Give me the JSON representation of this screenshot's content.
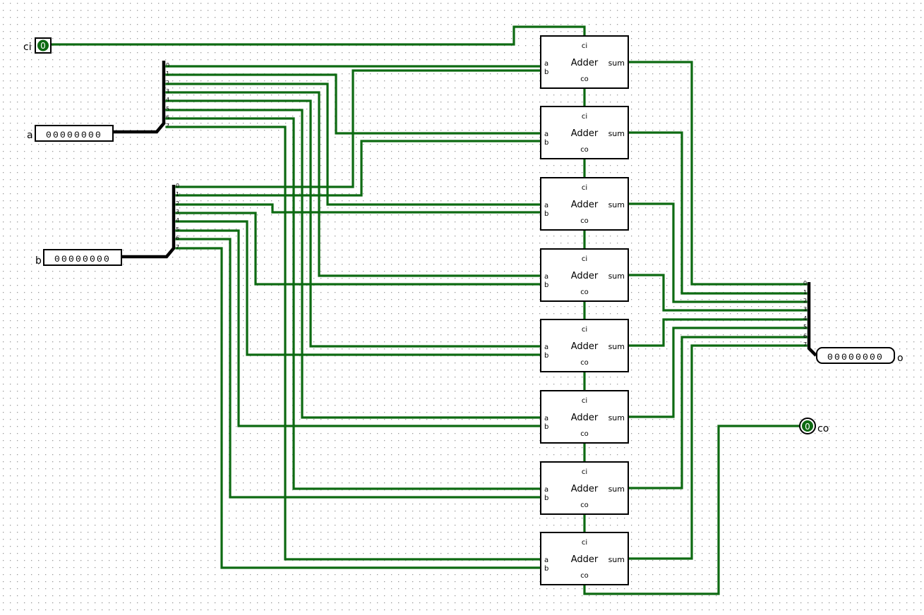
{
  "inputs": {
    "ci": {
      "label": "ci",
      "value": "0"
    },
    "a": {
      "label": "a",
      "value": "00000000"
    },
    "b": {
      "label": "b",
      "value": "00000000"
    }
  },
  "outputs": {
    "o": {
      "label": "o",
      "value": "00000000"
    },
    "co": {
      "label": "co",
      "value": "0"
    }
  },
  "adder": {
    "title": "Adder",
    "pins": {
      "ci": "ci",
      "a": "a",
      "b": "b",
      "sum": "sum",
      "co": "co"
    }
  },
  "splitter_bits": [
    "0",
    "1",
    "2",
    "3",
    "4",
    "5",
    "6",
    "7"
  ],
  "adder_count": 8,
  "colors": {
    "wire": "#0d6a12",
    "bus": "#000000",
    "grid_dot": "#9a9a9a"
  }
}
